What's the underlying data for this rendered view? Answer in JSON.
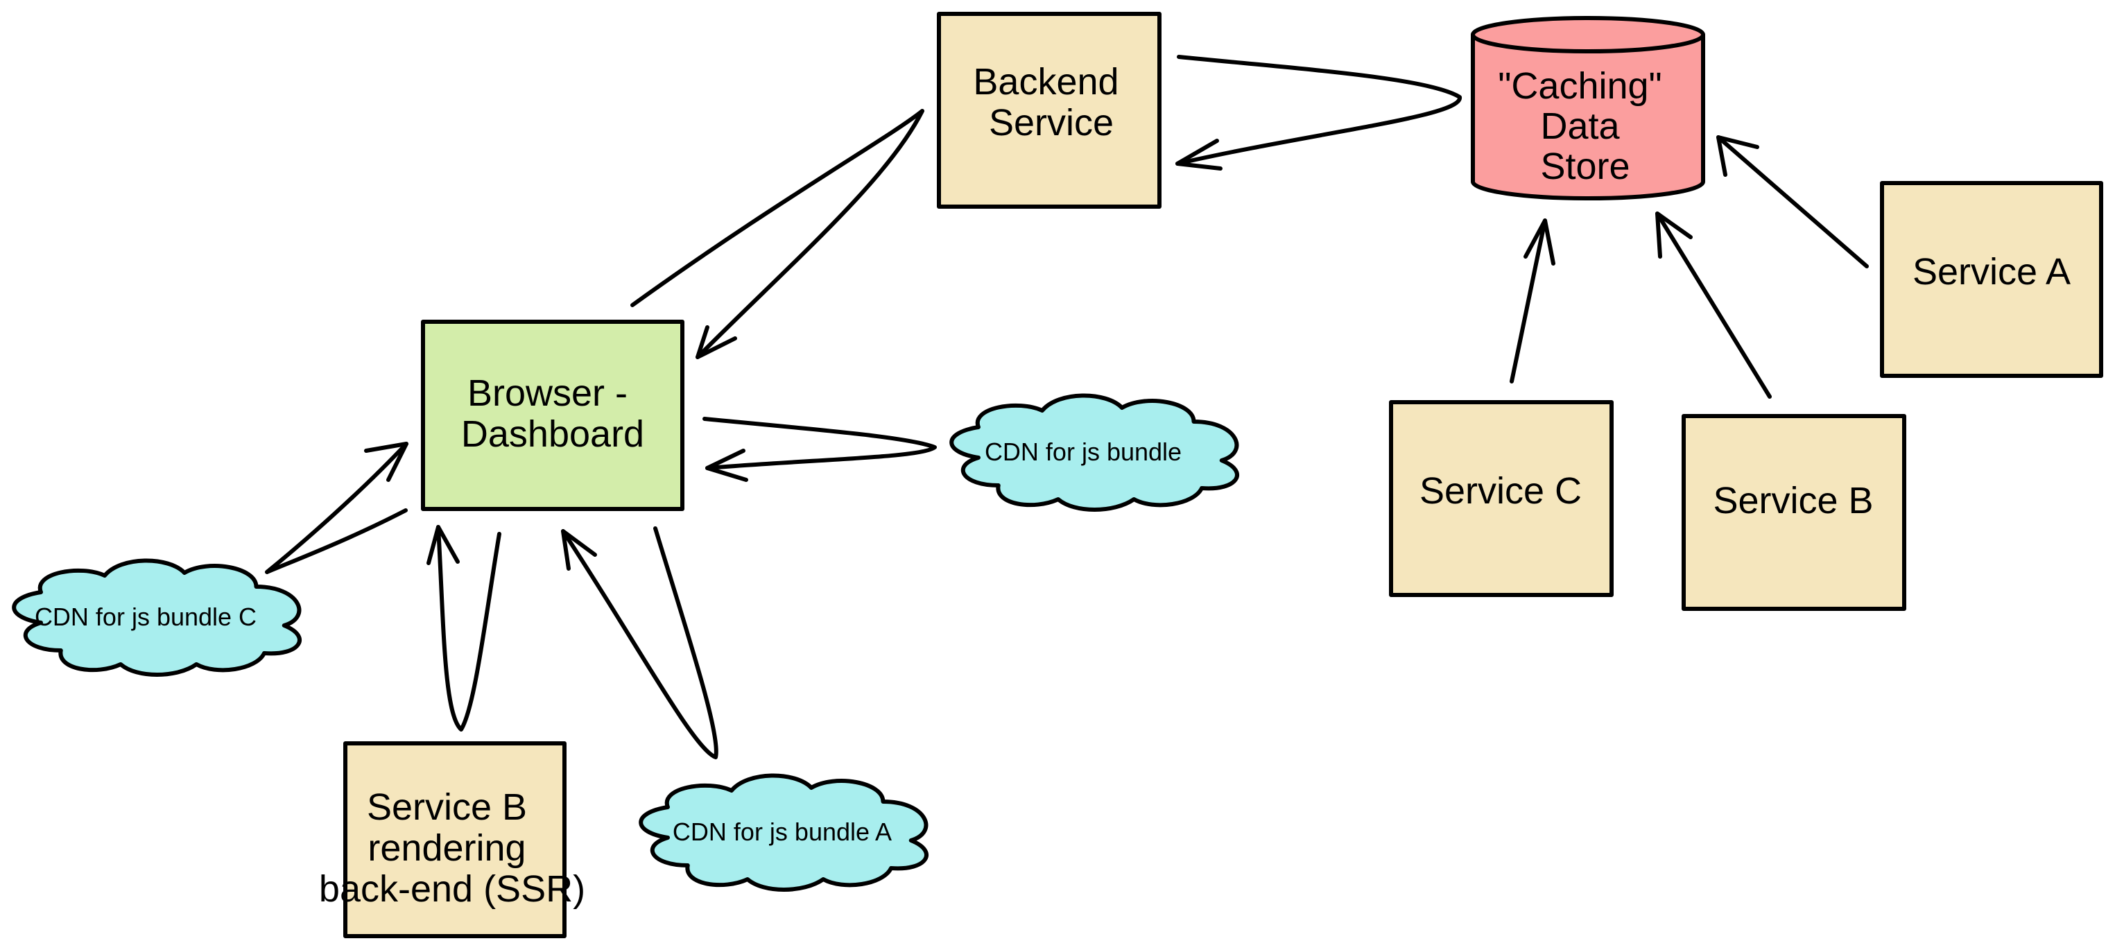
{
  "colors": {
    "box": "#f5e6bd",
    "browser": "#d3edaa",
    "cloud": "#a8eeee",
    "database": "#fb9e9e",
    "stroke": "#000000"
  },
  "nodes": {
    "backend_service": {
      "lines": [
        "Backend",
        "Service"
      ]
    },
    "caching_store": {
      "lines": [
        "\"Caching\"",
        "Data",
        "Store"
      ]
    },
    "service_a": {
      "lines": [
        "Service A"
      ]
    },
    "service_b": {
      "lines": [
        "Service B"
      ]
    },
    "service_c": {
      "lines": [
        "Service C"
      ]
    },
    "browser_dashboard": {
      "lines": [
        "Browser -",
        "Dashboard"
      ]
    },
    "cdn_bundle": {
      "lines": [
        "CDN for js bundle"
      ]
    },
    "cdn_bundle_c": {
      "lines": [
        "CDN for js bundle C"
      ]
    },
    "cdn_bundle_a": {
      "lines": [
        "CDN for js bundle A"
      ]
    },
    "ssr_backend": {
      "lines": [
        "Service B",
        "rendering",
        "back-end (SSR)"
      ]
    }
  }
}
